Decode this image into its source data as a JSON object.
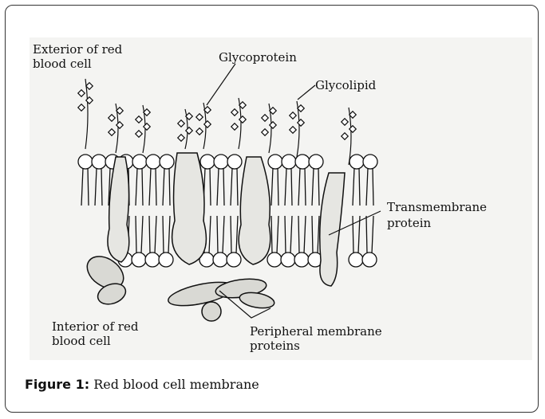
{
  "labels": {
    "exterior_line1": "Exterior of red",
    "exterior_line2": "blood cell",
    "glycoprotein": "Glycoprotein",
    "glycolipid": "Glycolipid",
    "transmembrane_line1": "Transmembrane",
    "transmembrane_line2": "protein",
    "interior_line1": "Interior of red",
    "interior_line2": "blood cell",
    "peripheral_line1": "Peripheral membrane",
    "peripheral_line2": "proteins"
  },
  "caption": {
    "prefix": "Figure 1:",
    "text": " Red blood cell membrane"
  }
}
